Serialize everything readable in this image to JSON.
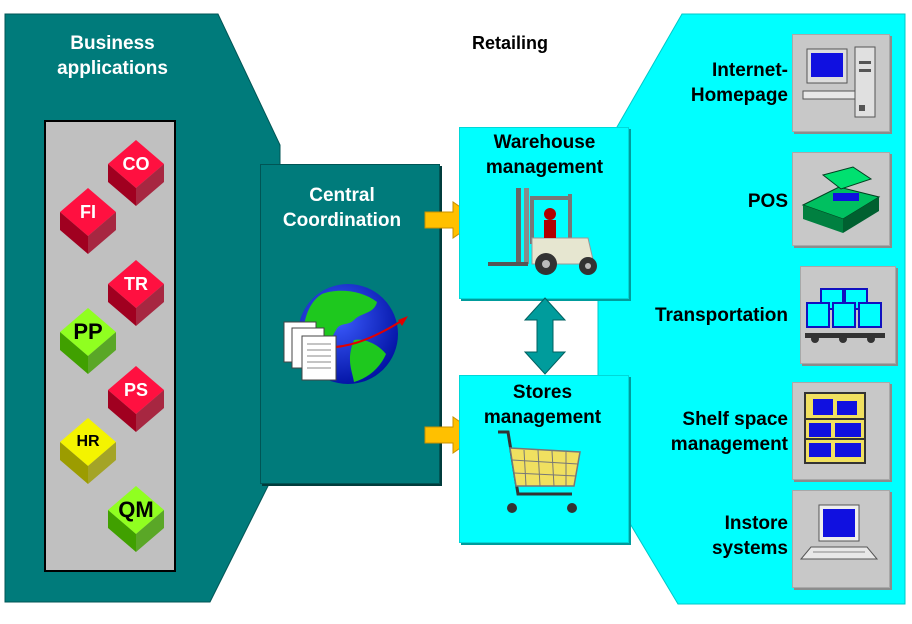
{
  "left_panel": {
    "title_line1": "Business",
    "title_line2": "applications"
  },
  "modules": [
    {
      "label": "CO",
      "color": "red"
    },
    {
      "label": "FI",
      "color": "red"
    },
    {
      "label": "TR",
      "color": "red"
    },
    {
      "label": "PP",
      "color": "green"
    },
    {
      "label": "PS",
      "color": "red"
    },
    {
      "label": "HR",
      "color": "yellow"
    },
    {
      "label": "QM",
      "color": "green"
    }
  ],
  "center": {
    "title_line1": "Central",
    "title_line2": "Coordination"
  },
  "retailing": {
    "title": "Retailing"
  },
  "warehouse": {
    "line1": "Warehouse",
    "line2": "management"
  },
  "stores": {
    "line1": "Stores",
    "line2": "management"
  },
  "right_items": [
    {
      "line1": "Internet-",
      "line2": "Homepage",
      "icon": "desktop-computer-icon"
    },
    {
      "line1": "POS",
      "line2": "",
      "icon": "cash-register-icon"
    },
    {
      "line1": "Transportation",
      "line2": "",
      "icon": "trucks-icon"
    },
    {
      "line1": "Shelf space",
      "line2": "management",
      "icon": "shelf-icon"
    },
    {
      "line1": "Instore",
      "line2": "systems",
      "icon": "laptop-icon"
    }
  ],
  "colors": {
    "teal": "#007b7b",
    "cyan": "#00ffff",
    "arrow_yellow": "#ffc000",
    "module_red": "#e8002c",
    "module_green": "#80ff00",
    "module_yellow": "#e8e800"
  }
}
